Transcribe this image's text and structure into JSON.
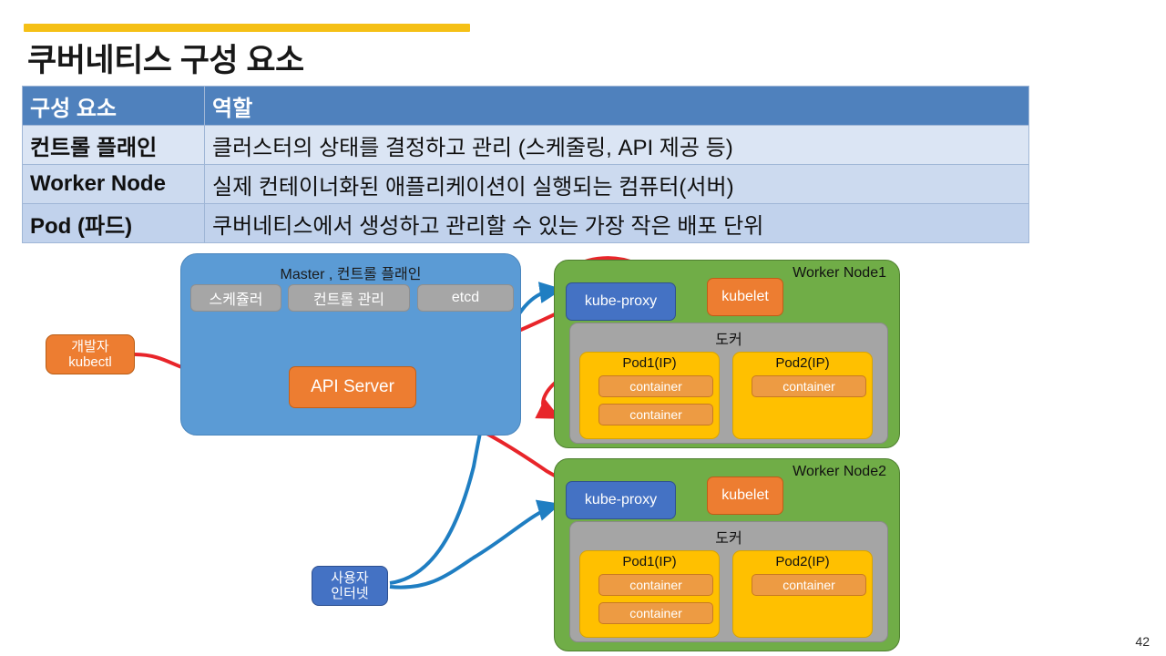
{
  "slide": {
    "title": "쿠버네티스 구성 요소",
    "page_number": "42",
    "accent_color": "#f5c016"
  },
  "table": {
    "headers": [
      "구성 요소",
      "역할"
    ],
    "rows": [
      {
        "component": "컨트롤 플래인",
        "role": "클러스터의 상태를 결정하고 관리 (스케줄링, API 제공 등)"
      },
      {
        "component": "Worker Node",
        "role": "실제 컨테이너화된 애플리케이션이 실행되는 컴퓨터(서버)"
      },
      {
        "component": "Pod (파드)",
        "role": "쿠버네티스에서 생성하고 관리할 수 있는 가장 작은 배포 단위"
      }
    ],
    "header_bg": "#4f81bd"
  },
  "diagram": {
    "developer": {
      "line1": "개발자",
      "line2": "kubectl",
      "color": "#ed7d31"
    },
    "user": {
      "line1": "사용자",
      "line2": "인터넷",
      "color": "#4472c4"
    },
    "master": {
      "title": "Master , 컨트롤 플래인",
      "color": "#5b9bd5",
      "components": [
        "스케쥴러",
        "컨트롤 관리",
        "etcd"
      ],
      "api_server": "API Server"
    },
    "workers": [
      {
        "title": "Worker Node1",
        "kube_proxy": "kube-proxy",
        "kubelet": "kubelet",
        "docker": "도커",
        "pods": [
          {
            "title": "Pod1(IP)",
            "containers": [
              "container",
              "container"
            ]
          },
          {
            "title": "Pod2(IP)",
            "containers": [
              "container"
            ]
          }
        ]
      },
      {
        "title": "Worker Node2",
        "kube_proxy": "kube-proxy",
        "kubelet": "kubelet",
        "docker": "도커",
        "pods": [
          {
            "title": "Pod1(IP)",
            "containers": [
              "container",
              "container"
            ]
          },
          {
            "title": "Pod2(IP)",
            "containers": [
              "container"
            ]
          }
        ]
      }
    ],
    "arrow_colors": {
      "control": "#e8252a",
      "traffic": "#1f7ec2",
      "internal": "#000000"
    }
  }
}
